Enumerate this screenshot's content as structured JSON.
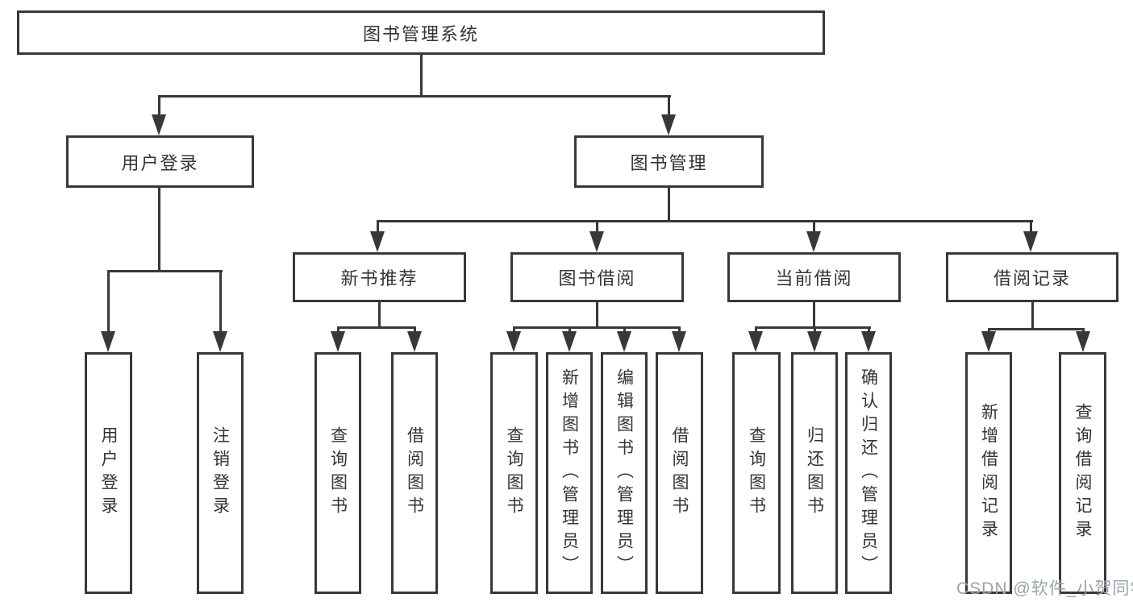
{
  "diagram": {
    "title": "图书管理系统",
    "level2": {
      "user_login": "用户登录",
      "book_mgmt": "图书管理"
    },
    "level3": {
      "new_books": "新书推荐",
      "book_borrow": "图书借阅",
      "current_borrow": "当前借阅",
      "borrow_records": "借阅记录"
    },
    "leaves": {
      "user_login": [
        "用户登录",
        "注销登录"
      ],
      "new_books": [
        "查询图书",
        "借阅图书"
      ],
      "book_borrow": [
        "查询图书",
        "新增图书（管理员）",
        "编辑图书（管理员）",
        "借阅图书"
      ],
      "current_borrow": [
        "查询图书",
        "归还图书",
        "确认归还（管理员）"
      ],
      "borrow_records": [
        "新增借阅记录",
        "查询借阅记录"
      ]
    },
    "watermark": "CSDN @软件_小贺同学",
    "colors": {
      "line": "#383838",
      "text": "#333333",
      "watermark": "#9aa2ab",
      "background": "#ffffff"
    }
  }
}
